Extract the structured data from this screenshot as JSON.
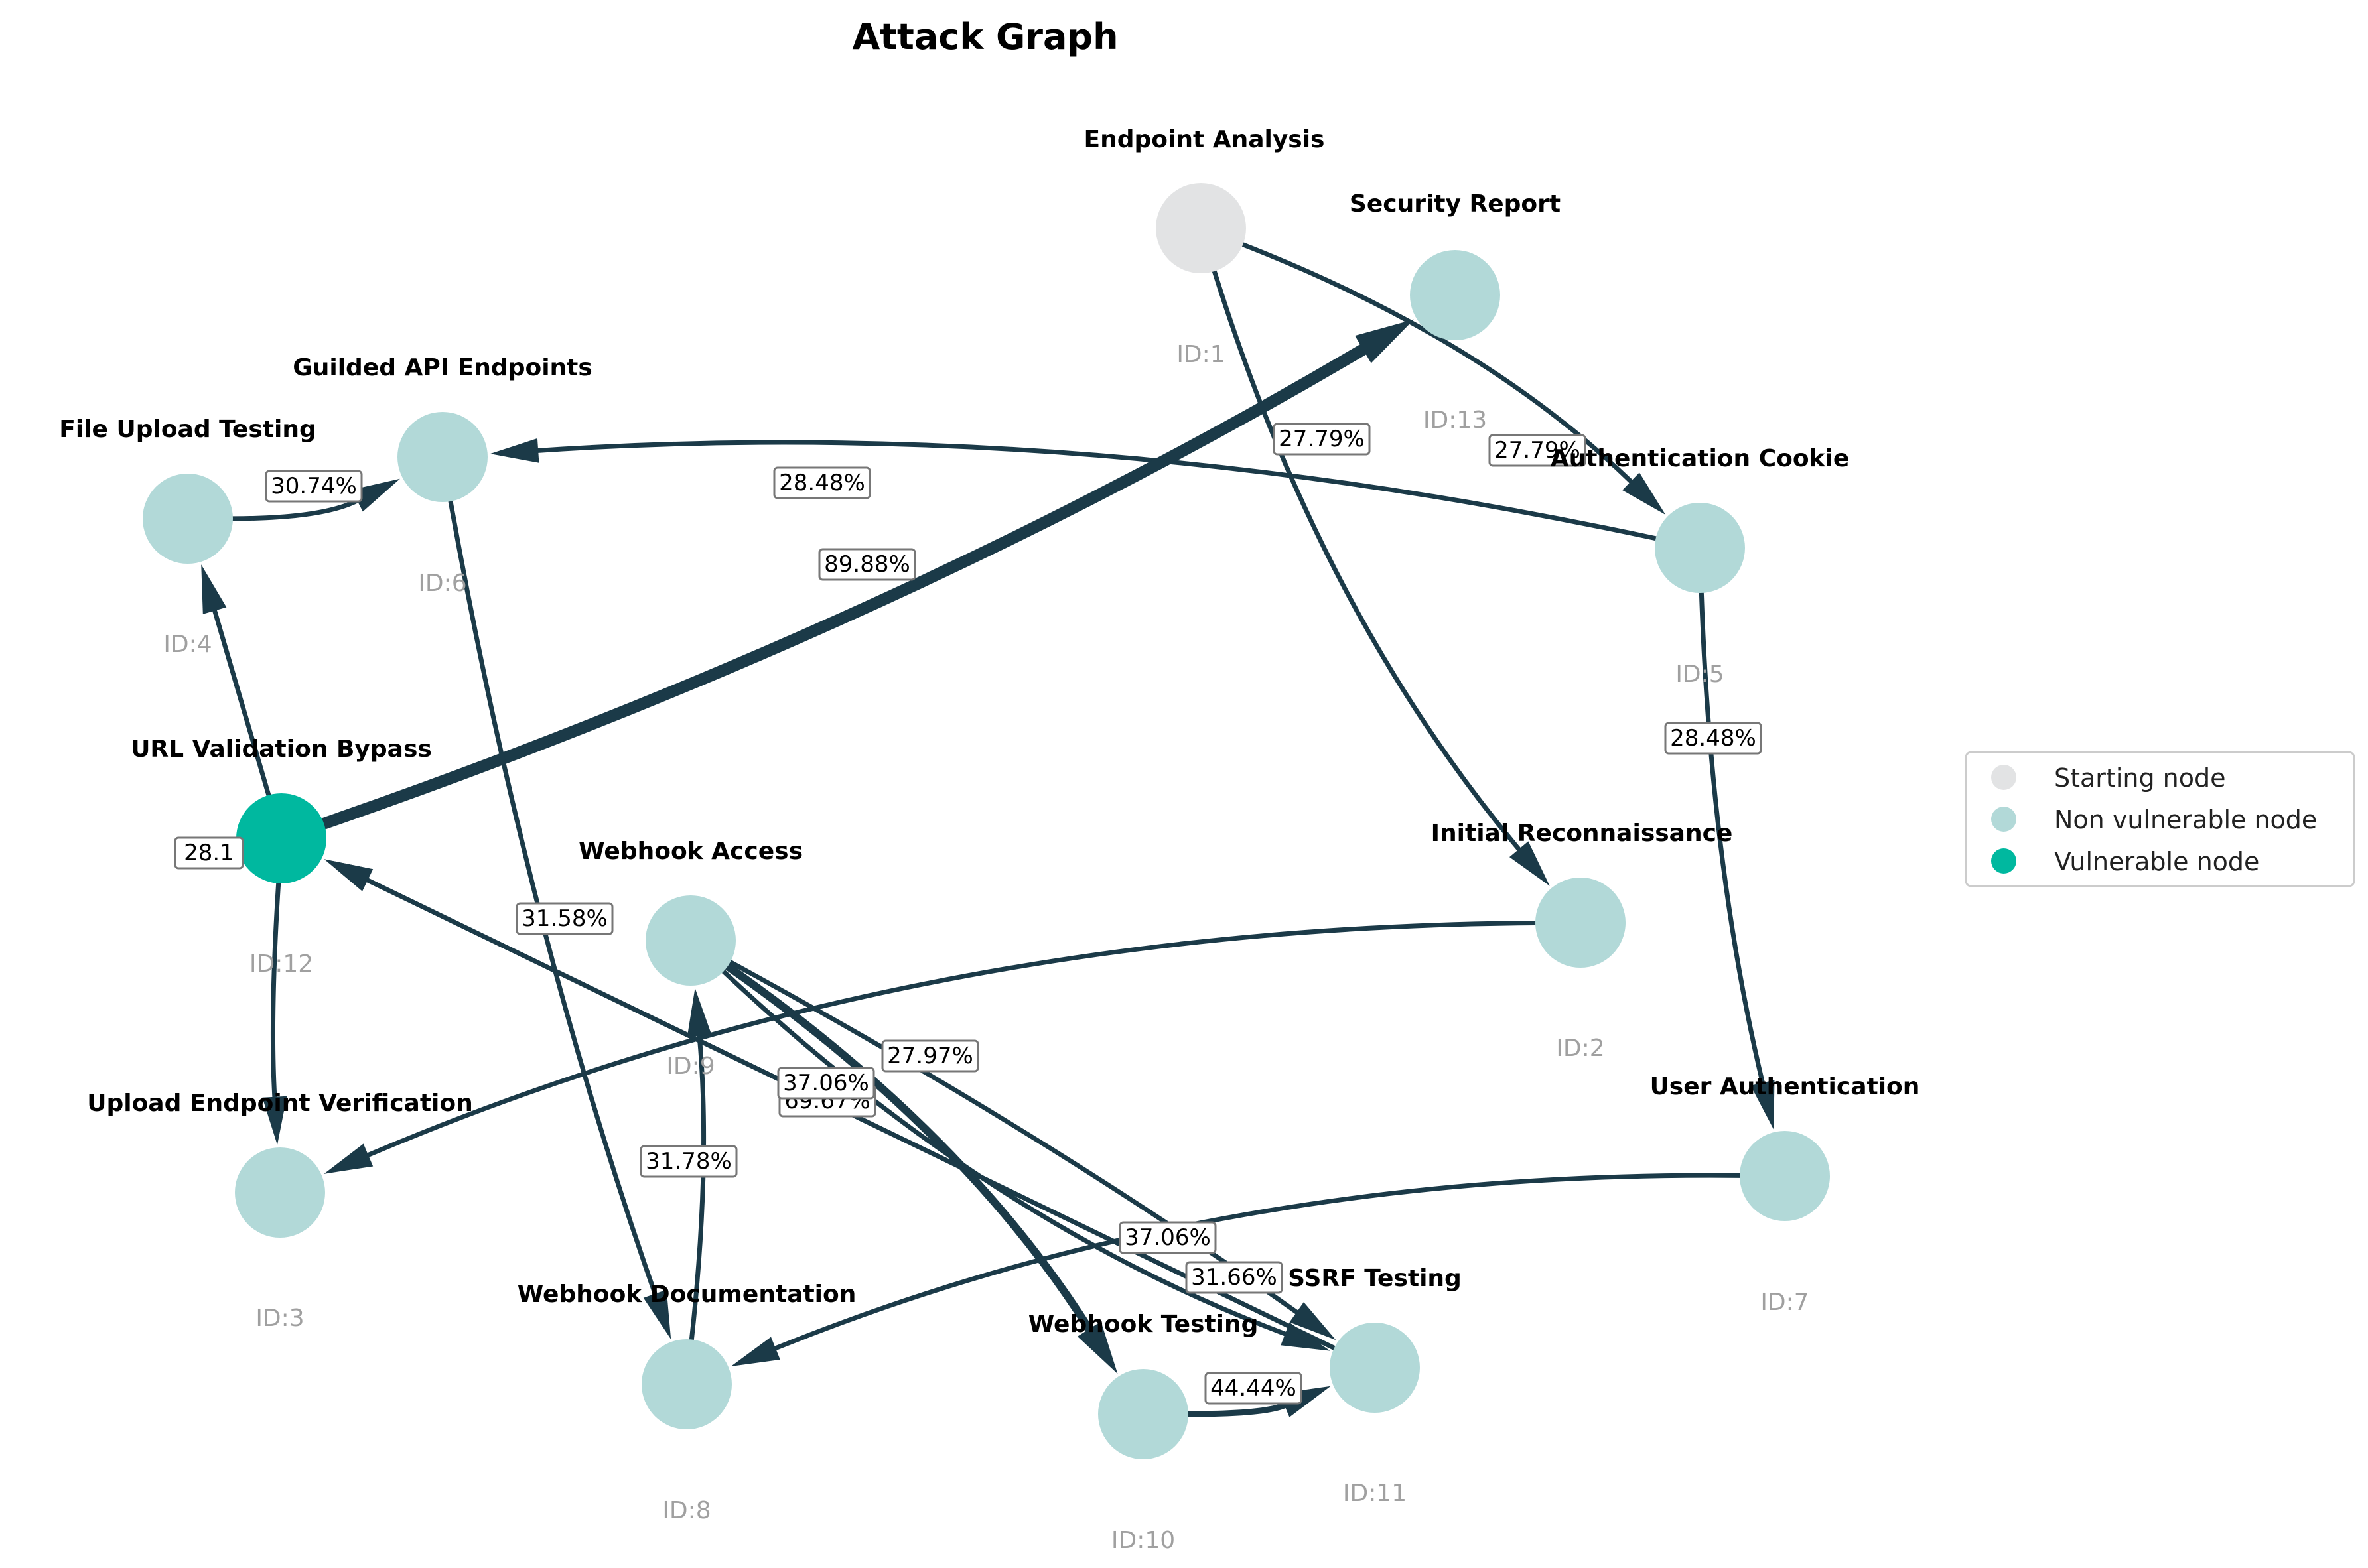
{
  "title": "Attack Graph",
  "colors": {
    "edge": "#1b3a48",
    "starting": "#e2e3e4",
    "non_vulnerable": "#b2d9d8",
    "vulnerable": "#00b89f"
  },
  "legend": [
    {
      "label": "Starting node",
      "type": "starting"
    },
    {
      "label": "Non vulnerable node",
      "type": "non_vulnerable"
    },
    {
      "label": "Vulnerable node",
      "type": "vulnerable"
    }
  ],
  "nodes": [
    {
      "id": 1,
      "name": "Endpoint Analysis",
      "id_label": "ID:1",
      "type": "starting"
    },
    {
      "id": 2,
      "name": "Initial Reconnaissance",
      "id_label": "ID:2",
      "type": "non_vulnerable"
    },
    {
      "id": 3,
      "name": "Upload Endpoint Verification",
      "id_label": "ID:3",
      "type": "non_vulnerable"
    },
    {
      "id": 4,
      "name": "File Upload Testing",
      "id_label": "ID:4",
      "type": "non_vulnerable"
    },
    {
      "id": 5,
      "name": "Authentication Cookie",
      "id_label": "ID:5",
      "type": "non_vulnerable"
    },
    {
      "id": 6,
      "name": "Guilded API Endpoints",
      "id_label": "ID:6",
      "type": "non_vulnerable"
    },
    {
      "id": 7,
      "name": "User Authentication",
      "id_label": "ID:7",
      "type": "non_vulnerable"
    },
    {
      "id": 8,
      "name": "Webhook Documentation",
      "id_label": "ID:8",
      "type": "non_vulnerable"
    },
    {
      "id": 9,
      "name": "Webhook Access",
      "id_label": "ID:9",
      "type": "non_vulnerable"
    },
    {
      "id": 10,
      "name": "Webhook Testing",
      "id_label": "ID:10",
      "type": "non_vulnerable"
    },
    {
      "id": 11,
      "name": "SSRF Testing",
      "id_label": "ID:11",
      "type": "non_vulnerable"
    },
    {
      "id": 12,
      "name": "URL Validation Bypass",
      "id_label": "ID:12",
      "type": "vulnerable"
    },
    {
      "id": 13,
      "name": "Security Report",
      "id_label": "ID:13",
      "type": "non_vulnerable"
    }
  ],
  "edges": [
    {
      "from": 1,
      "to": 2,
      "label": "27.79%",
      "weight": 27.79
    },
    {
      "from": 1,
      "to": 5,
      "label": "27.79%",
      "weight": 27.79
    },
    {
      "from": 5,
      "to": 6,
      "label": "28.48%",
      "weight": 28.48
    },
    {
      "from": 5,
      "to": 7,
      "label": "28.48%",
      "weight": 28.48
    },
    {
      "from": 4,
      "to": 6,
      "label": "30.74%",
      "weight": 30.74
    },
    {
      "from": 12,
      "to": 4,
      "label": "28.1",
      "weight": 28.1
    },
    {
      "from": 12,
      "to": 13,
      "label": "89.88%",
      "weight": 89.88
    },
    {
      "from": 11,
      "to": 12,
      "label": "31.58%",
      "weight": 31.58
    },
    {
      "from": 2,
      "to": 3,
      "label": "",
      "weight": 28.0
    },
    {
      "from": 7,
      "to": 8,
      "label": "37.06%",
      "weight": 37.06
    },
    {
      "from": 6,
      "to": 8,
      "label": "",
      "weight": 28.0
    },
    {
      "from": 8,
      "to": 9,
      "label": "31.78%",
      "weight": 31.78
    },
    {
      "from": 9,
      "to": 10,
      "label": "69.67%",
      "weight": 69.67
    },
    {
      "from": 9,
      "to": 11,
      "label": "37.06%",
      "weight": 37.06
    },
    {
      "from": 9,
      "to": 11,
      "label": "27.97%",
      "weight": 27.97
    },
    {
      "from": 10,
      "to": 11,
      "label": "44.44%",
      "weight": 44.44
    },
    {
      "from": 11,
      "to": 12,
      "label": "31.66%",
      "weight": 31.66
    },
    {
      "from": 12,
      "to": 3,
      "label": "",
      "weight": 28.0
    }
  ]
}
